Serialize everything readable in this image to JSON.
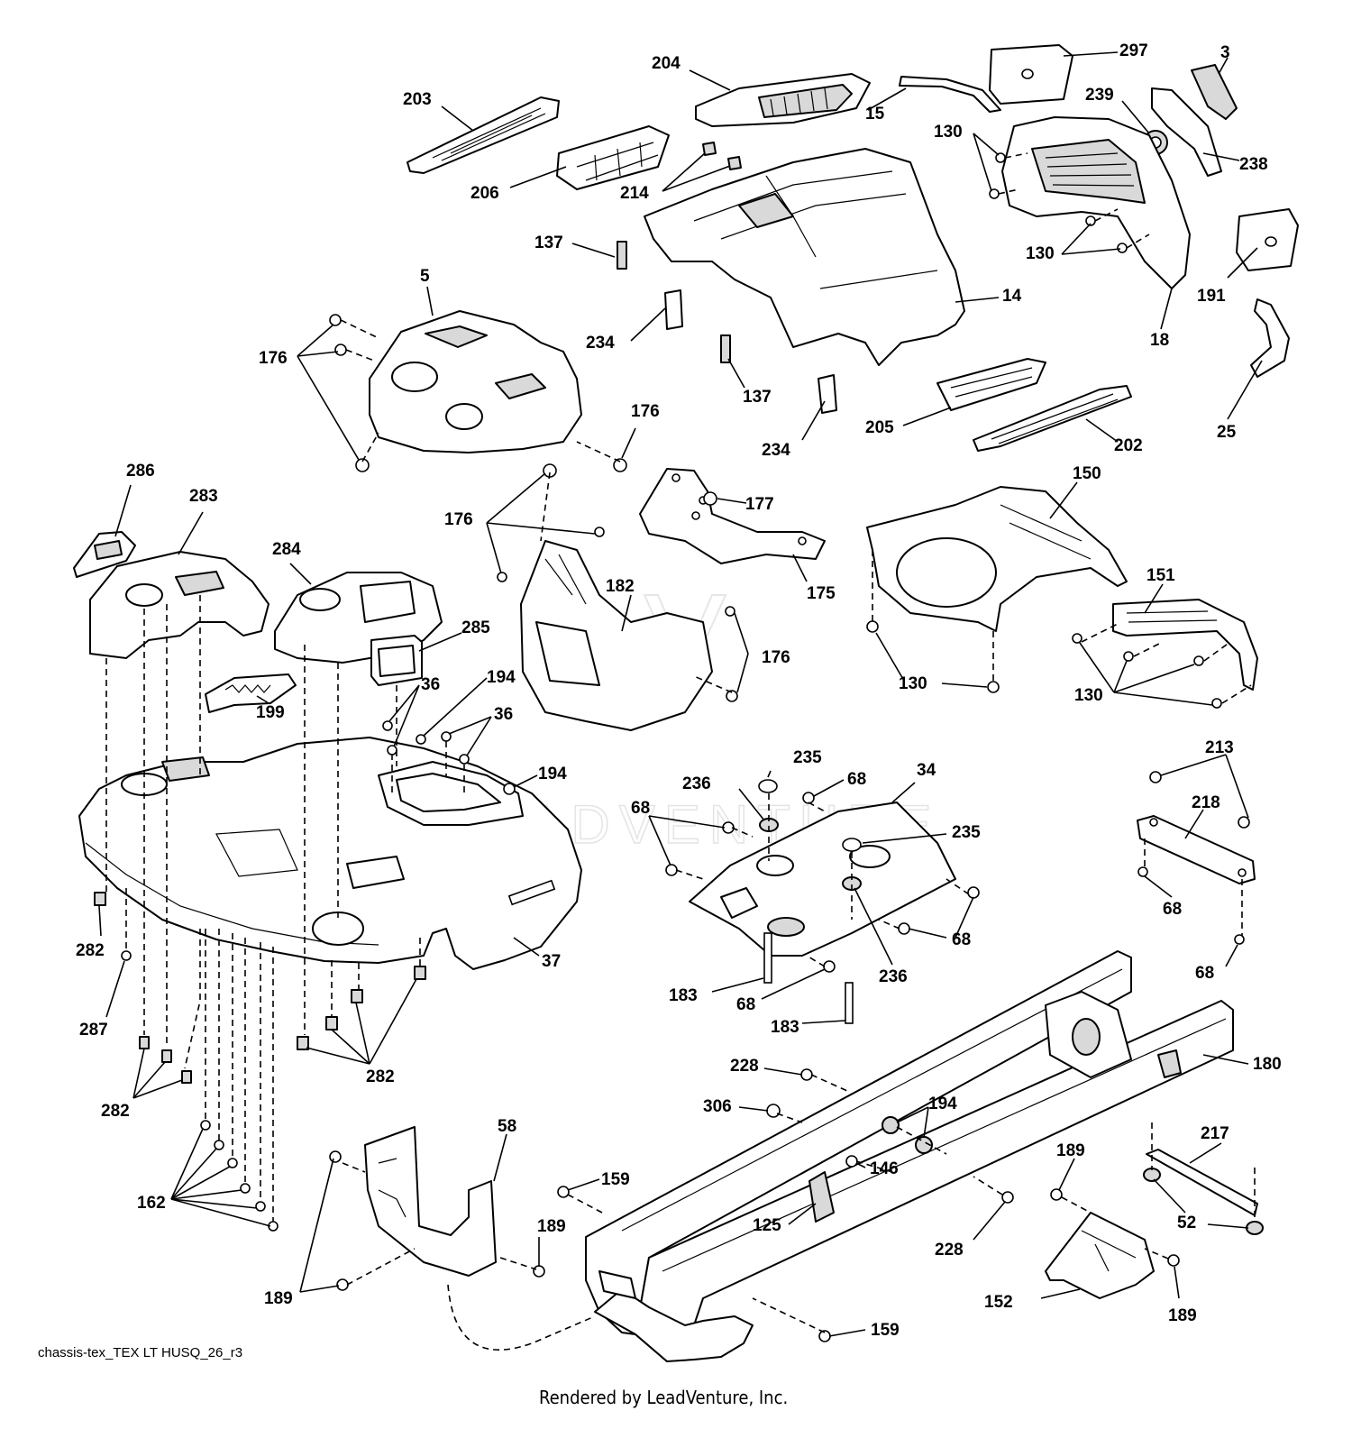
{
  "diagram_id": "chassis-tex_TEX LT HUSQ_26_r3",
  "credit": "Rendered by LeadVenture, Inc.",
  "watermark_text": "LEADVENTURE",
  "part_labels": {
    "p3": "3",
    "p5": "5",
    "p14": "14",
    "p15": "15",
    "p18": "18",
    "p25": "25",
    "p34": "34",
    "p36": "36",
    "p37": "37",
    "p52": "52",
    "p58": "58",
    "p68": "68",
    "p125": "125",
    "p130": "130",
    "p137": "137",
    "p146": "146",
    "p150": "150",
    "p151": "151",
    "p152": "152",
    "p159": "159",
    "p162": "162",
    "p175": "175",
    "p176": "176",
    "p177": "177",
    "p180": "180",
    "p182": "182",
    "p183": "183",
    "p189": "189",
    "p191": "191",
    "p194": "194",
    "p199": "199",
    "p202": "202",
    "p203": "203",
    "p204": "204",
    "p205": "205",
    "p206": "206",
    "p213": "213",
    "p214": "214",
    "p217": "217",
    "p218": "218",
    "p228": "228",
    "p234": "234",
    "p235": "235",
    "p236": "236",
    "p238": "238",
    "p239": "239",
    "p282": "282",
    "p283": "283",
    "p284": "284",
    "p285": "285",
    "p286": "286",
    "p287": "287",
    "p297": "297",
    "p306": "306"
  }
}
